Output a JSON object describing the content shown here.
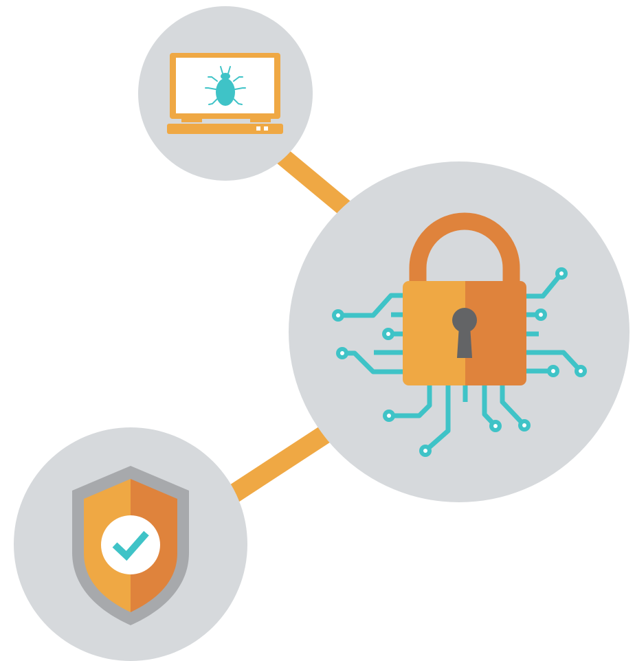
{
  "colors": {
    "background": "#ffffff",
    "node_circle": "#d6d9dc",
    "connector": "#efa844",
    "laptop": "#efa844",
    "bug": "#3fc3c7",
    "lock_light": "#efa844",
    "lock_dark": "#df833c",
    "keyhole": "#636466",
    "circuit": "#3fc3c7",
    "shield_rim": "#a7a9ac",
    "shield_light": "#efa844",
    "shield_dark": "#df833c",
    "check_badge": "#ffffff",
    "check": "#3fc3c7"
  },
  "nodes": [
    {
      "name": "laptop-node",
      "icon": "laptop-bug-icon"
    },
    {
      "name": "lock-node",
      "icon": "circuit-padlock-icon"
    },
    {
      "name": "shield-node",
      "icon": "shield-check-icon"
    }
  ],
  "connections": [
    {
      "from": "laptop-node",
      "to": "lock-node"
    },
    {
      "from": "shield-node",
      "to": "lock-node"
    }
  ]
}
